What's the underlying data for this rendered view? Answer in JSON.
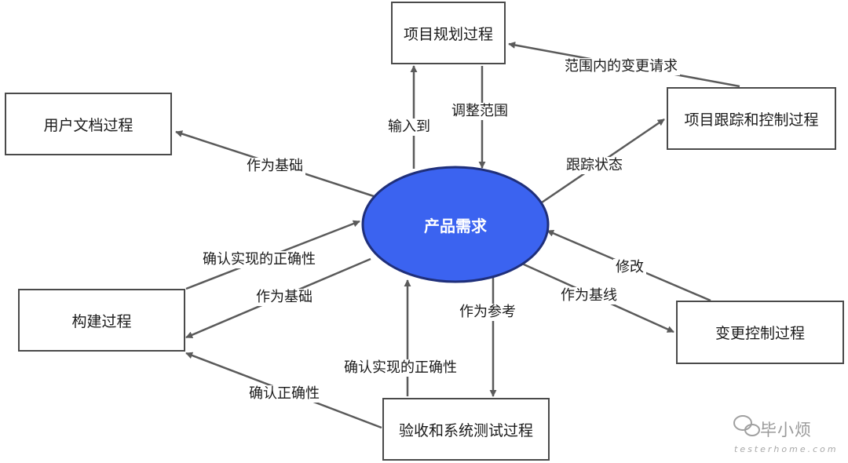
{
  "center": "产品需求",
  "boxes": {
    "planning": "项目规划过程",
    "user_docs": "用户文档过程",
    "tracking": "项目跟踪和控制过程",
    "build": "构建过程",
    "change_control": "变更控制过程",
    "acceptance": "验收和系统测试过程"
  },
  "edges": {
    "input_to": "输入到",
    "adjust_scope": "调整范围",
    "scope_change_request": "范围内的变更请求",
    "basis_docs": "作为基础",
    "track_status": "跟踪状态",
    "confirm_impl_build": "确认实现的正确性",
    "basis_build": "作为基础",
    "modify": "修改",
    "baseline": "作为基线",
    "reference": "作为参考",
    "confirm_impl_accept": "确认实现的正确性",
    "confirm_correct": "确认正确性"
  },
  "watermark": {
    "name": "毕小烦",
    "site": "testerhome.com"
  },
  "colors": {
    "ellipse_fill": "#3b63f0",
    "ellipse_stroke": "#1f2f7a",
    "line": "#5a5a5a"
  }
}
